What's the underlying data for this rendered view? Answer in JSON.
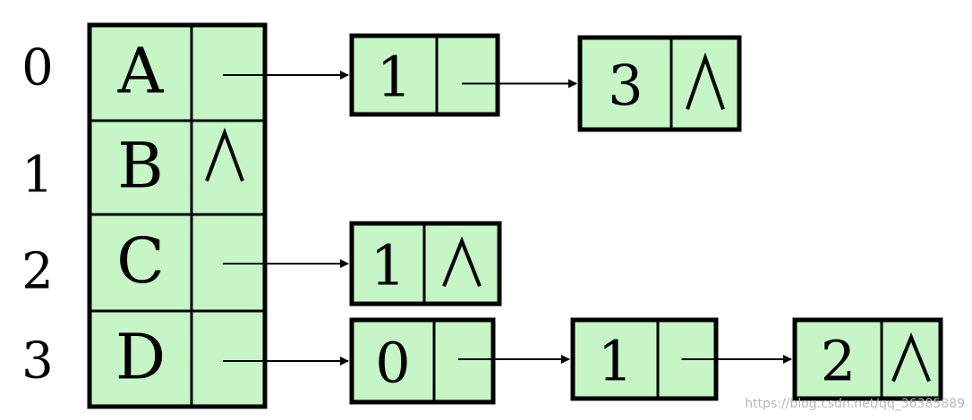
{
  "colors": {
    "fill": "#c6f5c6",
    "stroke": "#000000",
    "arrow": "#000000"
  },
  "rows": [
    {
      "index": "0",
      "vertex": "A",
      "nil": false,
      "edges": [
        {
          "adj": "1",
          "nil": false
        },
        {
          "adj": "3",
          "nil": true
        }
      ]
    },
    {
      "index": "1",
      "vertex": "B",
      "nil": true,
      "edges": []
    },
    {
      "index": "2",
      "vertex": "C",
      "nil": false,
      "edges": [
        {
          "adj": "1",
          "nil": true
        }
      ]
    },
    {
      "index": "3",
      "vertex": "D",
      "nil": false,
      "edges": [
        {
          "adj": "0",
          "nil": false
        },
        {
          "adj": "1",
          "nil": false
        },
        {
          "adj": "2",
          "nil": true
        }
      ]
    }
  ],
  "null_symbol": "∧",
  "watermark": "https://blog.csdn.net/qq_36385889"
}
